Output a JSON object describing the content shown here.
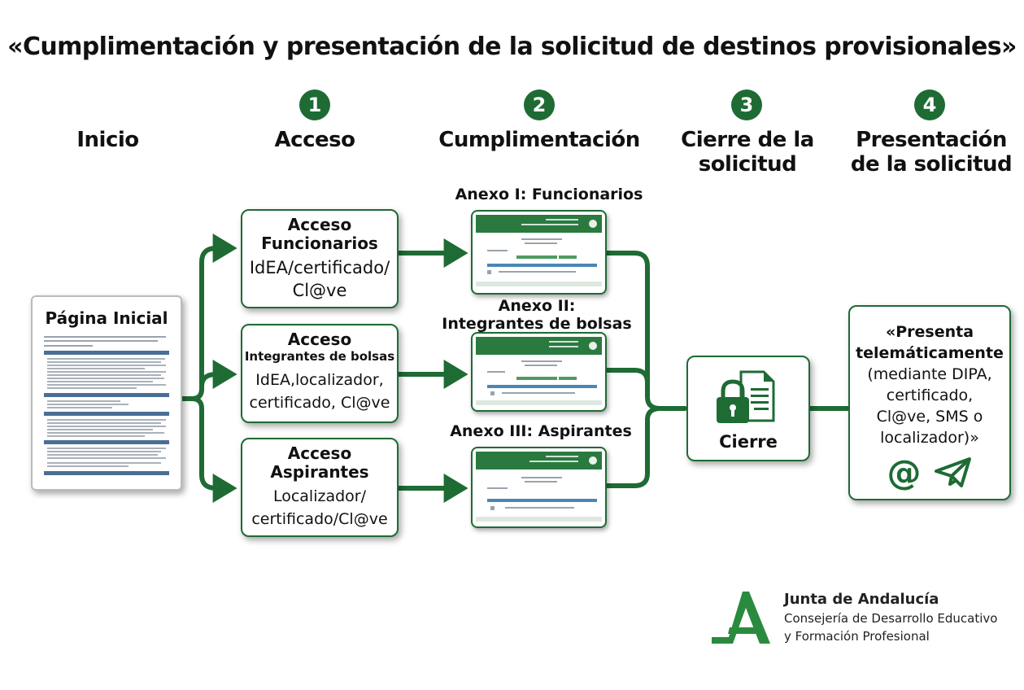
{
  "title": "«Cumplimentación y presentación de la solicitud de destinos provisionales»",
  "columns": {
    "inicio": "Inicio",
    "acceso": {
      "number": "1",
      "label": "Acceso"
    },
    "cumplimentacion": {
      "number": "2",
      "label": "Cumplimentación"
    },
    "cierre": {
      "number": "3",
      "label_line1": "Cierre de la",
      "label_line2": "solicitud"
    },
    "presentacion": {
      "number": "4",
      "label_line1": "Presentación",
      "label_line2": "de la solicitud"
    }
  },
  "pagina_inicial": {
    "title": "Página Inicial"
  },
  "accesos": [
    {
      "title_line1": "Acceso",
      "title_line2": "Funcionarios",
      "sub_line1": "IdEA/certificado/",
      "sub_line2": "Cl@ve"
    },
    {
      "title_line1": "Acceso",
      "title_line2": "Integrantes de bolsas",
      "sub_line1": "IdEA,localizador,",
      "sub_line2": "certificado, Cl@ve"
    },
    {
      "title_line1": "Acceso",
      "title_line2": "Aspirantes",
      "sub_line1": "Localizador/",
      "sub_line2": "certificado/Cl@ve"
    }
  ],
  "anexos": [
    {
      "label_line1": "Anexo I: Funcionarios",
      "label_line2": ""
    },
    {
      "label_line1": "Anexo II:",
      "label_line2": "Integrantes de bolsas"
    },
    {
      "label_line1": "Anexo III: Aspirantes",
      "label_line2": ""
    }
  ],
  "cierre_box": {
    "label": "Cierre",
    "icon": "lock-document-icon"
  },
  "presentacion_box": {
    "line1": "«Presenta",
    "line2": "telemáticamente",
    "line3": "(mediante DIPA,",
    "line4": "certificado,",
    "line5": "Cl@ve, SMS o",
    "line6": "localizador)»",
    "icons": [
      "at-sign-icon",
      "paper-plane-icon"
    ]
  },
  "logo": {
    "name": "Junta de Andalucía",
    "dept_line1": "Consejería de Desarrollo Educativo",
    "dept_line2": "y Formación Profesional"
  },
  "colors": {
    "brand_green": "#1e6b34",
    "arrow_green": "#1e6b34",
    "thumb_header": "#2a7a3f",
    "thumb_bar": "#4a86b5"
  }
}
